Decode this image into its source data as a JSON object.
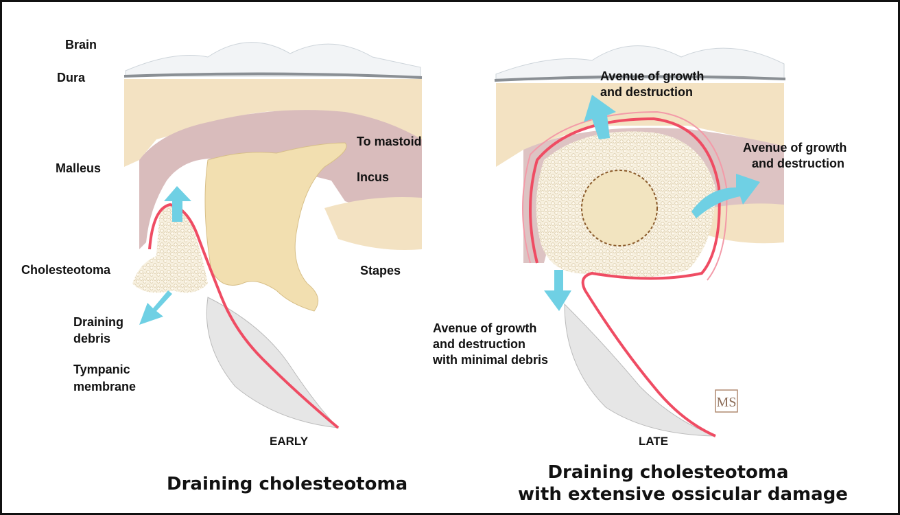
{
  "colors": {
    "bone": "#f3e2c2",
    "mucosa": "#d9b8b8",
    "ossicle": "#f2dfb0",
    "cholesteatoma": "#f7f0df",
    "epithelium": "#ef4c63",
    "arrow": "#6fd0e4",
    "membrane": "#d9d9d9",
    "dura": "#8a8f94"
  },
  "left": {
    "labels": {
      "brain": "Brain",
      "dura": "Dura",
      "malleus": "Malleus",
      "cholesteotoma": "Cholesteotoma",
      "draining_1": "Draining",
      "draining_2": "debris",
      "tympanic_1": "Tympanic",
      "tympanic_2": "membrane",
      "to_mastoid": "To  mastoid",
      "incus": "Incus",
      "stapes": "Stapes"
    },
    "stage": "EARLY",
    "title": "Draining cholesteotoma"
  },
  "right": {
    "labels": {
      "avenue_top_1": "Avenue of growth",
      "avenue_top_2": "and destruction",
      "avenue_right_1": "Avenue of growth",
      "avenue_right_2": "and destruction",
      "avenue_bottom_1": "Avenue of growth",
      "avenue_bottom_2": "and destruction",
      "avenue_bottom_3": "with minimal debris"
    },
    "stage": "LATE",
    "title_1": "Draining cholesteotoma",
    "title_2": "with extensive ossicular damage"
  },
  "signature": "MS"
}
